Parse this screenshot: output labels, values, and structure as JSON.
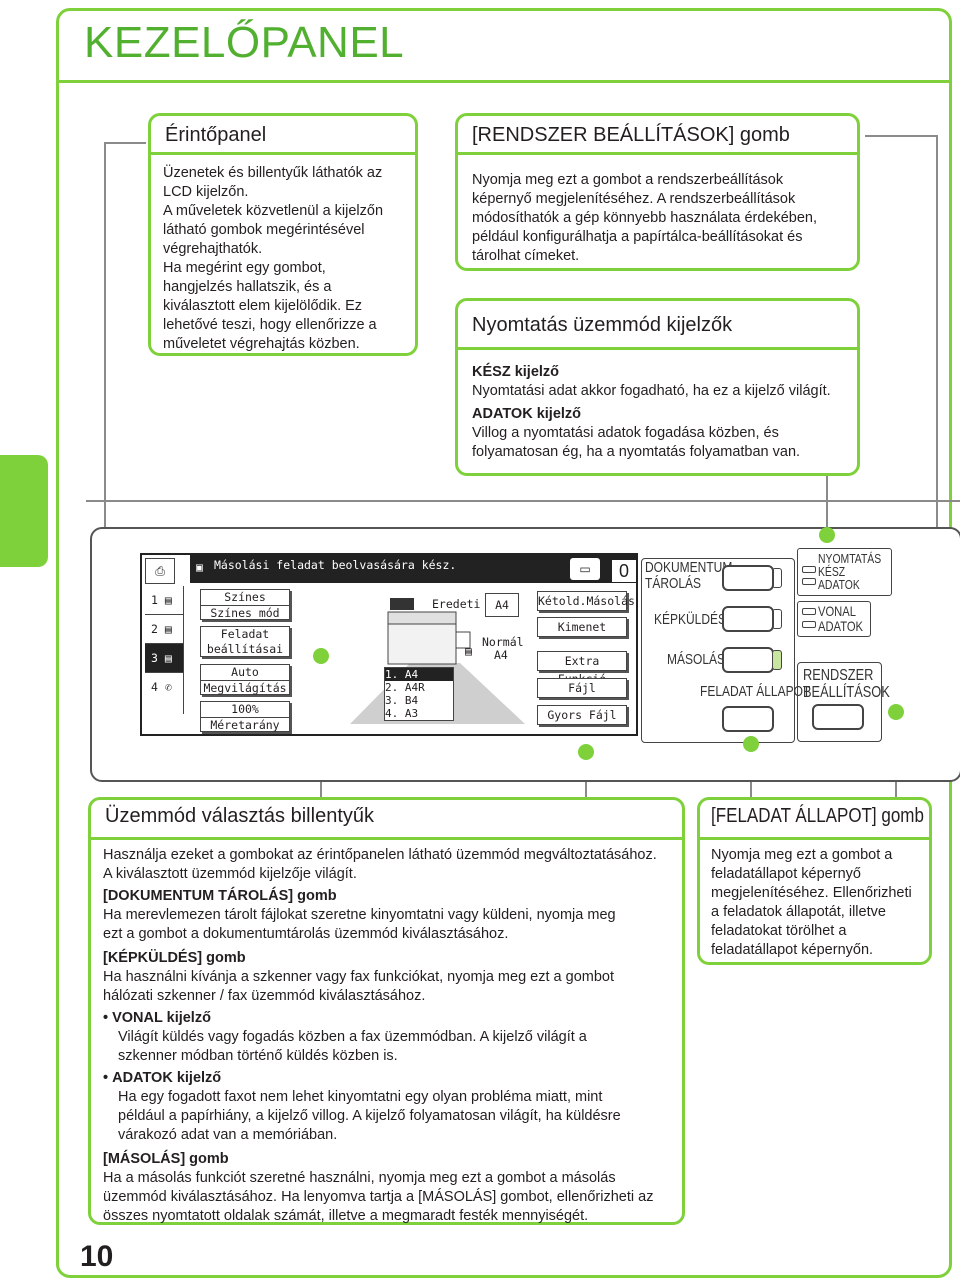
{
  "page": {
    "title": "KEZELŐPANEL",
    "page_number": "10"
  },
  "touch_panel": {
    "heading": "Érintőpanel",
    "lines": [
      "Üzenetek és billentyűk láthatók az",
      "LCD kijelzőn.",
      "A műveletek közvetlenül a kijelzőn",
      "látható gombok megérintésével",
      "végrehajthatók.",
      "Ha megérint egy gombot,",
      "hangjelzés hallatszik, és a",
      "kiválasztott elem kijelölődik. Ez",
      "lehetővé teszi, hogy ellenőrizze a",
      "műveletet végrehajtás közben."
    ]
  },
  "system_settings": {
    "heading": "[RENDSZER BEÁLLÍTÁSOK] gomb",
    "lines": [
      "Nyomja meg ezt a gombot a rendszerbeállítások",
      "képernyő megjelenítéséhez. A rendszerbeállítások",
      "módosíthatók a gép könnyebb használata érdekében,",
      "például konfigurálhatja a papírtálca-beállításokat és",
      "tárolhat címeket."
    ]
  },
  "print_mode": {
    "heading": "Nyomtatás üzemmód kijelzők",
    "ready_label": "KÉSZ kijelző",
    "ready_text": "Nyomtatási adat akkor fogadható, ha ez a kijelző világít.",
    "data_label": "ADATOK kijelző",
    "data_lines": [
      "Villog a nyomtatási adatok fogadása közben, és",
      "folyamatosan ég, ha a nyomtatás folyamatban van."
    ]
  },
  "lcd": {
    "message": "Másolási feladat beolvasására kész.",
    "count": "0",
    "left_buttons": [
      {
        "top": "Színes",
        "bottom": "Színes mód"
      },
      {
        "top": "Feladat",
        "bottom": "beállításai"
      },
      {
        "top": "Auto",
        "bottom": "Megvilágítás"
      },
      {
        "top": "100%",
        "bottom": "Méretarány"
      }
    ],
    "tabs": [
      "1",
      "2",
      "3",
      "4"
    ],
    "original_label": "Eredeti",
    "original_size": "A4",
    "normal_label": "Normál",
    "normal_size": "A4",
    "trays": [
      "1.  A4",
      "2.  A4R",
      "3.  B4",
      "4.  A3"
    ],
    "right_buttons": [
      "Kétold.Másolás",
      "Kimenet",
      "Extra Funkció",
      "Fájl",
      "Gyors Fájl"
    ]
  },
  "keys": {
    "doc_filing": [
      "DOKUMENTUM",
      "TÁROLÁS"
    ],
    "image_send": "KÉPKÜLDÉS",
    "copy": "MÁSOLÁS",
    "job_status": "FELADAT ÁLLAPOT",
    "print_label": "NYOMTATÁS",
    "ready": "KÉSZ",
    "data": "ADATOK",
    "line": "VONAL",
    "data2": "ADATOK",
    "system": [
      "RENDSZER",
      "BEÁLLÍTÁSOK"
    ]
  },
  "mode_keys": {
    "heading": "Üzemmód választás billentyűk",
    "intro": [
      "Használja ezeket a gombokat az érintőpanelen látható üzemmód megváltoztatásához.",
      "A kiválasztott üzemmód kijelzője világít."
    ],
    "doc_label": "[DOKUMENTUM TÁROLÁS] gomb",
    "doc_text": [
      "Ha merevlemezen tárolt fájlokat szeretne kinyomtatni vagy küldeni, nyomja meg",
      "ezt a gombot a dokumentumtárolás üzemmód kiválasztásához."
    ],
    "send_label": "[KÉPKÜLDÉS] gomb",
    "send_text": [
      "Ha használni kívánja a szkenner vagy fax funkciókat, nyomja meg ezt a gombot",
      "hálózati szkenner / fax üzemmód kiválasztásához."
    ],
    "line_label": "VONAL kijelző",
    "line_text": [
      "Világít küldés vagy fogadás közben a fax üzemmódban. A kijelző világít a",
      "szkenner módban történő küldés közben is."
    ],
    "data_label": "ADATOK kijelző",
    "data_text": [
      "Ha egy fogadott faxot nem lehet kinyomtatni egy olyan probléma miatt, mint",
      "például a papírhiány, a kijelző villog. A kijelző folyamatosan világít, ha küldésre",
      "várakozó adat van a memóriában."
    ],
    "copy_label": "[MÁSOLÁS] gomb",
    "copy_text": [
      "Ha a másolás funkciót szeretné használni, nyomja meg ezt a gombot a másolás",
      "üzemmód kiválasztásához. Ha lenyomva tartja a [MÁSOLÁS] gombot, ellenőrizheti az",
      "összes nyomtatott oldalak számát, illetve a megmaradt festék mennyiségét."
    ]
  },
  "job_status": {
    "heading": "[FELADAT ÁLLAPOT] gomb",
    "lines": [
      "Nyomja meg ezt a gombot a",
      "feladatállapot képernyő",
      "megjelenítéséhez. Ellenőrizheti",
      "a feladatok állapotát, illetve",
      "feladatokat törölhet a",
      "feladatállapot képernyőn."
    ]
  },
  "colors": {
    "accent": "#7fd13b",
    "title": "#52b030"
  }
}
